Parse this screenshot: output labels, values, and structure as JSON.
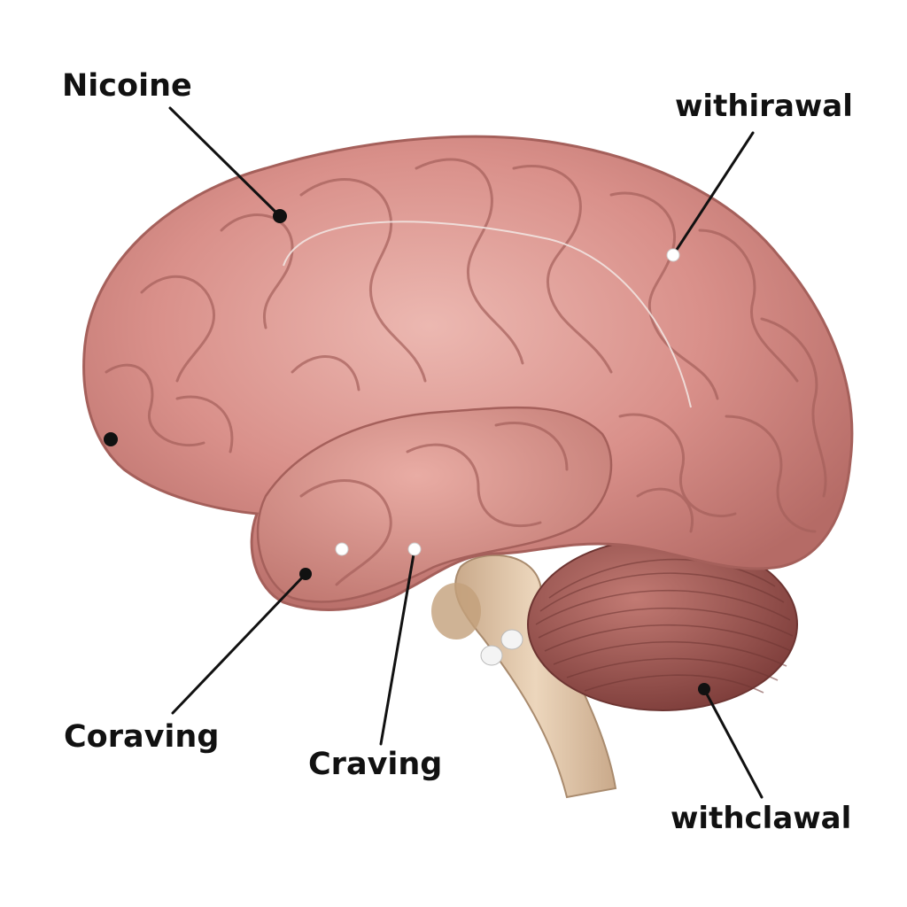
{
  "labels": {
    "nicoine": "Nicoine",
    "withirawal": "withirawal",
    "coraving": "Coraving",
    "craving": "Craving",
    "withclawal": "withclawal"
  },
  "colors": {
    "cortex": "#d9908a",
    "cortex_shadow": "#b56b66",
    "cortex_highlight": "#ecb8b1",
    "cerebellum": "#9c5450",
    "brainstem": "#e2c8a8",
    "leader_line": "#111111",
    "label_text": "#111111"
  }
}
